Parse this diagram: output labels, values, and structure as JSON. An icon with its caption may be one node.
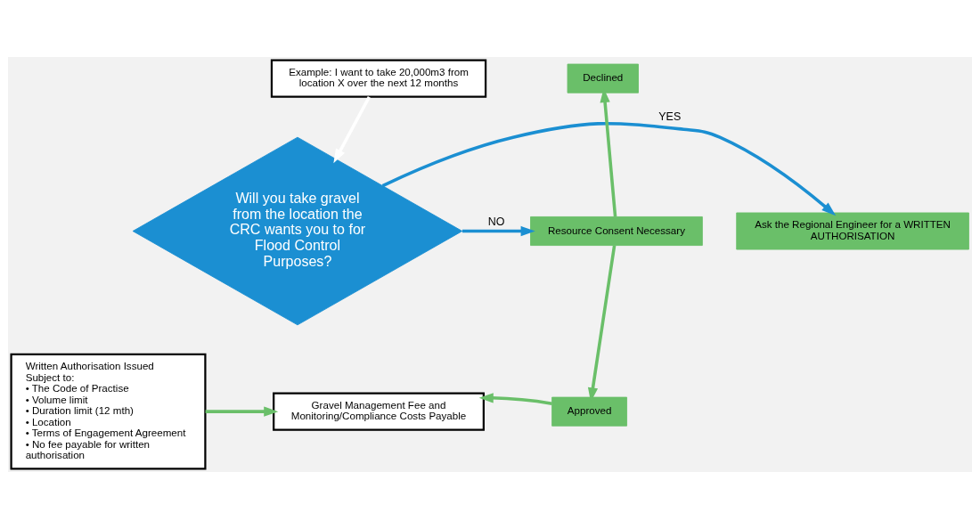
{
  "diagram": {
    "nodes": [
      {
        "text": [
          "Example: I want to take 20,000m3 from location X over the next 12 months"
        ]
      },
      {
        "text": [
          "Ask the Regional Engineer for a WRITTEN AUTHORISATION"
        ]
      },
      {
        "text": [
          "Will you take gravel from the location the CRC wants you to for Flood Control Purposes?"
        ]
      },
      {
        "text": [
          "Declined"
        ]
      },
      {
        "text": [
          "Resource Consent Necessary"
        ]
      },
      {
        "text": [
          "Written Authorisation Issued Subject to:",
          "• The Code of Practise",
          "• Volume limit",
          "• Duration limit (12 mth)",
          "• Location",
          "• Terms of Engagement Agreement",
          "• No fee payable for written authorisation"
        ]
      },
      {
        "text": [
          "Approved"
        ]
      },
      {
        "text": [
          "Gravel Management Fee and Monitoring/Compliance Costs Payable"
        ]
      }
    ],
    "edges": [
      {
        "from": 0,
        "to": 2,
        "arrow": "to",
        "color": "#ffffff"
      },
      {
        "from": 2,
        "to": 1,
        "arrow": "to",
        "label": "YES",
        "color": "#1b8fd2"
      },
      {
        "from": 2,
        "to": 4,
        "arrow": "to",
        "label": "NO",
        "color": "#1b8fd2"
      },
      {
        "from": 4,
        "to": 3,
        "arrow": "to"
      },
      {
        "from": 4,
        "to": 6,
        "arrow": "to"
      },
      {
        "from": 6,
        "to": 7,
        "arrow": "to"
      },
      {
        "from": 5,
        "to": 7,
        "arrow": "to"
      }
    ]
  }
}
